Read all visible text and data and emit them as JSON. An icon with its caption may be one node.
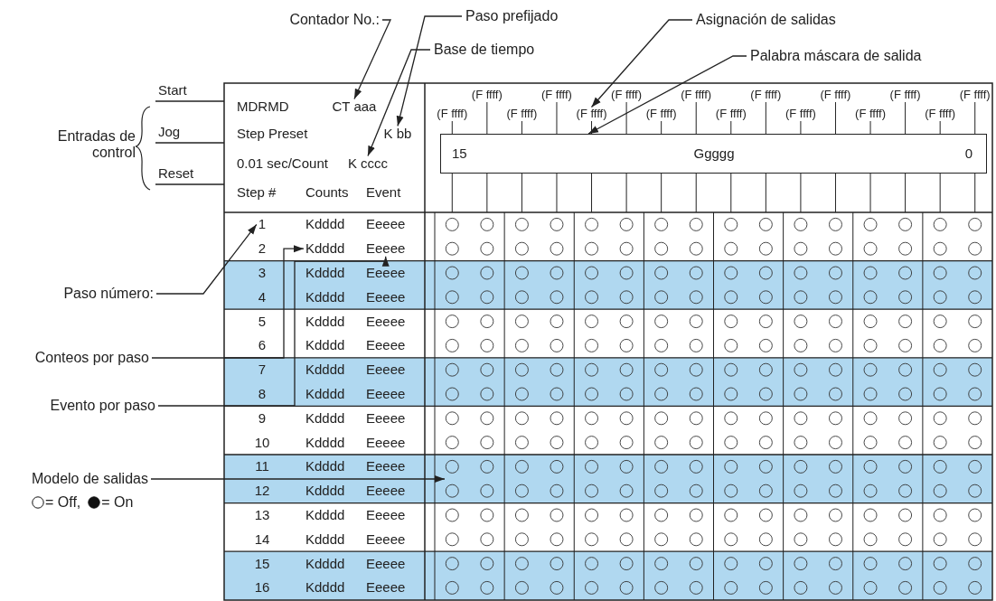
{
  "diagram": {
    "nodes": [
      {
        "text": [
          "Contador No.:"
        ]
      },
      {
        "text": [
          "Paso prefijado"
        ]
      },
      {
        "text": [
          "Base de tiempo"
        ]
      },
      {
        "text": [
          "Asignación de salidas"
        ]
      },
      {
        "text": [
          "Palabra máscara de salida"
        ]
      },
      {
        "text": [
          "CT aaa"
        ]
      },
      {
        "text": [
          "K bb"
        ]
      },
      {
        "text": [
          "K cccc"
        ]
      },
      {
        "text": [
          "15",
          "Ggggg",
          "0"
        ]
      },
      {
        "text": [
          "Paso número:"
        ]
      },
      {
        "text": [
          "1"
        ]
      },
      {
        "text": [
          "Kdddd"
        ]
      },
      {
        "text": [
          "Eeeee"
        ]
      },
      {
        "text": [
          "Conteos por paso"
        ]
      },
      {
        "text": [
          "Evento por paso"
        ]
      },
      {
        "text": [
          "Modelo de salidas"
        ]
      },
      {
        "text": [
          "(F ffff)"
        ]
      }
    ],
    "edges": [
      {
        "from": 0,
        "to": 5,
        "arrow": "to"
      },
      {
        "from": 1,
        "to": 6,
        "arrow": "to"
      },
      {
        "from": 2,
        "to": 7,
        "arrow": "to"
      },
      {
        "from": 3,
        "to": 16,
        "arrow": "to"
      },
      {
        "from": 4,
        "to": 8,
        "arrow": "to"
      },
      {
        "from": 9,
        "to": 10,
        "arrow": "to"
      },
      {
        "from": 13,
        "to": 11,
        "arrow": "to"
      },
      {
        "from": 14,
        "to": 12,
        "arrow": "to"
      },
      {
        "from": 15,
        "to": null,
        "arrow": "to"
      }
    ],
    "labels": [
      "Start",
      "Jog",
      "Reset",
      "Entradas de control",
      "MDRMD",
      "Step Preset",
      "0.01 sec/Count",
      "Step #",
      "Counts",
      "Event",
      "(F ffff)",
      "(F ffff)",
      "(F ffff)",
      "(F ffff)",
      "(F ffff)",
      "(F ffff)",
      "(F ffff)",
      "(F ffff)",
      "(F ffff)",
      "(F ffff)",
      "(F ffff)",
      "(F ffff)",
      "(F ffff)",
      "(F ffff)",
      "(F ffff)",
      "Kdddd",
      "Eeeee",
      "2",
      "3",
      "Kdddd",
      "Eeeee",
      "4",
      "Kdddd",
      "Eeeee",
      "5",
      "Kdddd",
      "Eeeee",
      "6",
      "Kdddd",
      "Eeeee",
      "7",
      "Kdddd",
      "Eeeee",
      "8",
      "Kdddd",
      "Eeeee",
      "9",
      "Kdddd",
      "Eeeee",
      "10",
      "Kdddd",
      "Eeeee",
      "11",
      "Kdddd",
      "Eeeee",
      "12",
      "Kdddd",
      "Eeeee",
      "13",
      "Kdddd",
      "Eeeee",
      "14",
      "Kdddd",
      "Eeeee",
      "15",
      "Kdddd",
      "Eeeee",
      "16",
      "Kdddd",
      "Eeeee"
    ],
    "legend": [
      {
        "text": "= Off,"
      },
      {
        "text": "= On"
      }
    ]
  }
}
